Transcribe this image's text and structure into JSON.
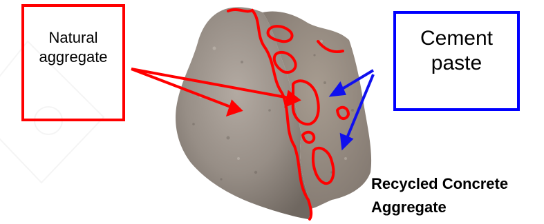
{
  "labels": {
    "natural_aggregate": "Natural\naggregate",
    "cement_paste": "Cement\npaste"
  },
  "caption": {
    "line1": "Recycled Concrete",
    "line2": "Aggregate"
  },
  "colors": {
    "natural_outline": "#ff0000",
    "cement_outline": "#0000ff",
    "mortar_trace": "#ff0000",
    "stone": "#9a9088"
  },
  "icons": {
    "watermark": "faint-gray-diamond-watermark"
  }
}
